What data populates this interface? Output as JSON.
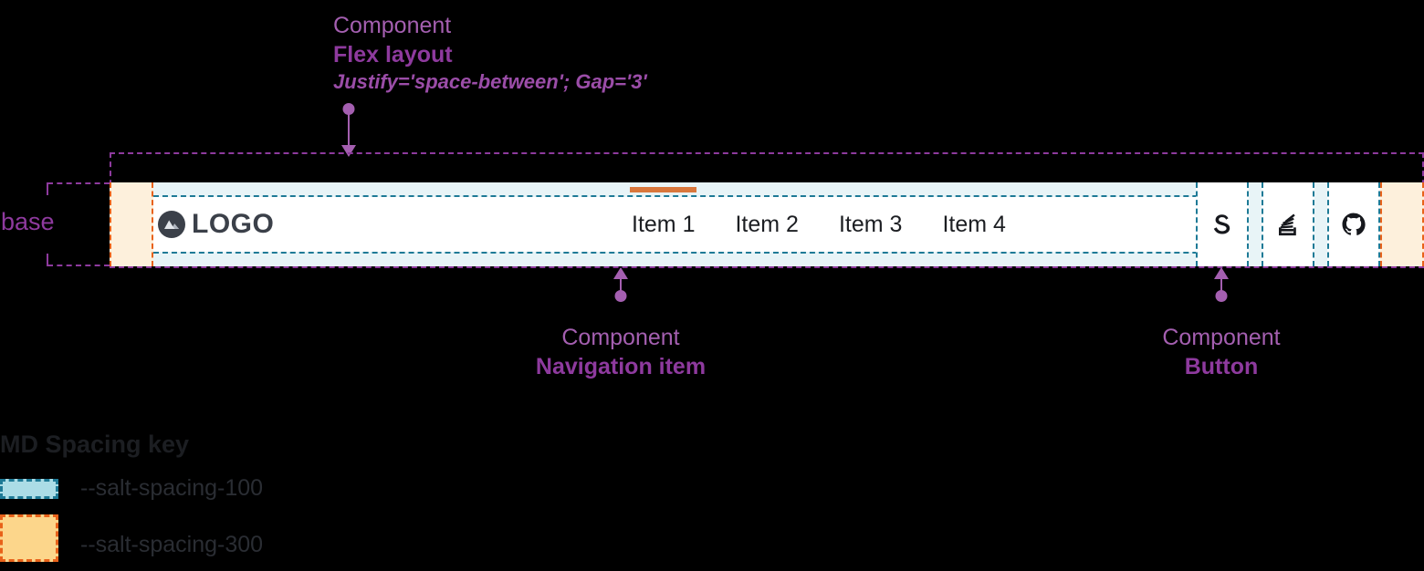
{
  "annotations": {
    "flex_layout": {
      "kind": "Component",
      "name": "Flex layout",
      "props": "Justify='space-between'; Gap='3'"
    },
    "navigation_item": {
      "kind": "Component",
      "name": "Navigation item"
    },
    "button": {
      "kind": "Component",
      "name": "Button"
    },
    "size_base": "size-base"
  },
  "header": {
    "logo": {
      "icon": "mountain-circle-icon",
      "text": "LOGO"
    },
    "nav_items": [
      {
        "label": "Item 1",
        "active": true
      },
      {
        "label": "Item 2",
        "active": false
      },
      {
        "label": "Item 3",
        "active": false
      },
      {
        "label": "Item 4",
        "active": false
      }
    ],
    "actions": [
      {
        "icon": "salt-s-icon",
        "name": "salt-button"
      },
      {
        "icon": "stack-overflow-icon",
        "name": "stack-overflow-button"
      },
      {
        "icon": "github-icon",
        "name": "github-button"
      }
    ]
  },
  "spacing_key": {
    "title": "MD Spacing key",
    "entries": [
      {
        "token": "--salt-spacing-100",
        "color": "#ABDCE6",
        "border": "#1E7A96"
      },
      {
        "token": "--salt-spacing-300",
        "color": "#FCD68B",
        "border": "#E8621A"
      }
    ]
  },
  "colors": {
    "accent_purple": "#8E3A9E",
    "guide_teal": "#1E7A96",
    "guide_orange": "#E8621A",
    "active_orange": "#D9773C",
    "logo_dark": "#3B4049"
  }
}
